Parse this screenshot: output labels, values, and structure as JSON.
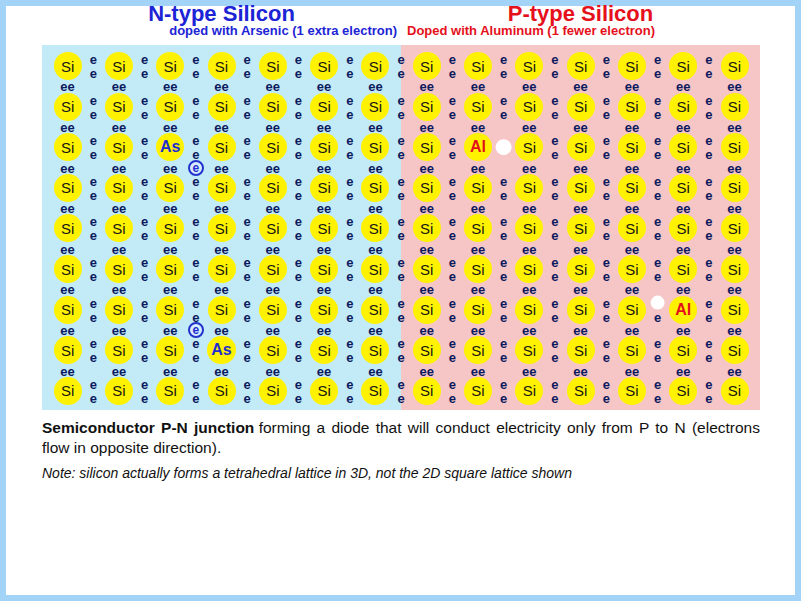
{
  "diagram": {
    "nodes": [
      {
        "text": [
          "N-type Silicon",
          "doped with Arsenic (1 extra electron)"
        ]
      },
      {
        "text": [
          "P-type Silicon",
          "Doped with Aluminum (1 fewer electron)"
        ]
      },
      {
        "text": [
          "Si"
        ],
        "in": 0
      },
      {
        "text": [
          "Si"
        ],
        "in": 0
      },
      {
        "text": [
          "Si"
        ],
        "in": 0
      },
      {
        "text": [
          "Si"
        ],
        "in": 0
      },
      {
        "text": [
          "Si"
        ],
        "in": 0
      },
      {
        "text": [
          "Si"
        ],
        "in": 0
      },
      {
        "text": [
          "Si"
        ],
        "in": 0
      },
      {
        "text": [
          "Si"
        ],
        "in": 1
      },
      {
        "text": [
          "Si"
        ],
        "in": 1
      },
      {
        "text": [
          "Si"
        ],
        "in": 1
      },
      {
        "text": [
          "Si"
        ],
        "in": 1
      },
      {
        "text": [
          "Si"
        ],
        "in": 1
      },
      {
        "text": [
          "Si"
        ],
        "in": 1
      },
      {
        "text": [
          "Si"
        ],
        "in": 1
      },
      {
        "text": [
          "Si"
        ],
        "in": 0
      },
      {
        "text": [
          "Si"
        ],
        "in": 0
      },
      {
        "text": [
          "Si"
        ],
        "in": 0
      },
      {
        "text": [
          "Si"
        ],
        "in": 0
      },
      {
        "text": [
          "Si"
        ],
        "in": 0
      },
      {
        "text": [
          "Si"
        ],
        "in": 0
      },
      {
        "text": [
          "Si"
        ],
        "in": 0
      },
      {
        "text": [
          "Si"
        ],
        "in": 1
      },
      {
        "text": [
          "Si"
        ],
        "in": 1
      },
      {
        "text": [
          "Si"
        ],
        "in": 1
      },
      {
        "text": [
          "Si"
        ],
        "in": 1
      },
      {
        "text": [
          "Si"
        ],
        "in": 1
      },
      {
        "text": [
          "Si"
        ],
        "in": 1
      },
      {
        "text": [
          "Si"
        ],
        "in": 1
      },
      {
        "text": [
          "Si"
        ],
        "in": 0
      },
      {
        "text": [
          "Si"
        ],
        "in": 0
      },
      {
        "text": [
          "As"
        ],
        "in": 0
      },
      {
        "text": [
          "Si"
        ],
        "in": 0
      },
      {
        "text": [
          "Si"
        ],
        "in": 0
      },
      {
        "text": [
          "Si"
        ],
        "in": 0
      },
      {
        "text": [
          "Si"
        ],
        "in": 0
      },
      {
        "text": [
          "Si"
        ],
        "in": 1
      },
      {
        "text": [
          "Al"
        ],
        "in": 1
      },
      {
        "text": [
          "Si"
        ],
        "in": 1
      },
      {
        "text": [
          "Si"
        ],
        "in": 1
      },
      {
        "text": [
          "Si"
        ],
        "in": 1
      },
      {
        "text": [
          "Si"
        ],
        "in": 1
      },
      {
        "text": [
          "Si"
        ],
        "in": 1
      },
      {
        "text": [
          "Si"
        ],
        "in": 0
      },
      {
        "text": [
          "Si"
        ],
        "in": 0
      },
      {
        "text": [
          "Si"
        ],
        "in": 0
      },
      {
        "text": [
          "Si"
        ],
        "in": 0
      },
      {
        "text": [
          "Si"
        ],
        "in": 0
      },
      {
        "text": [
          "Si"
        ],
        "in": 0
      },
      {
        "text": [
          "Si"
        ],
        "in": 0
      },
      {
        "text": [
          "Si"
        ],
        "in": 1
      },
      {
        "text": [
          "Si"
        ],
        "in": 1
      },
      {
        "text": [
          "Si"
        ],
        "in": 1
      },
      {
        "text": [
          "Si"
        ],
        "in": 1
      },
      {
        "text": [
          "Si"
        ],
        "in": 1
      },
      {
        "text": [
          "Si"
        ],
        "in": 1
      },
      {
        "text": [
          "Si"
        ],
        "in": 1
      },
      {
        "text": [
          "Si"
        ],
        "in": 0
      },
      {
        "text": [
          "Si"
        ],
        "in": 0
      },
      {
        "text": [
          "Si"
        ],
        "in": 0
      },
      {
        "text": [
          "Si"
        ],
        "in": 0
      },
      {
        "text": [
          "Si"
        ],
        "in": 0
      },
      {
        "text": [
          "Si"
        ],
        "in": 0
      },
      {
        "text": [
          "Si"
        ],
        "in": 0
      },
      {
        "text": [
          "Si"
        ],
        "in": 1
      },
      {
        "text": [
          "Si"
        ],
        "in": 1
      },
      {
        "text": [
          "Si"
        ],
        "in": 1
      },
      {
        "text": [
          "Si"
        ],
        "in": 1
      },
      {
        "text": [
          "Si"
        ],
        "in": 1
      },
      {
        "text": [
          "Si"
        ],
        "in": 1
      },
      {
        "text": [
          "Si"
        ],
        "in": 1
      },
      {
        "text": [
          "Si"
        ],
        "in": 0
      },
      {
        "text": [
          "Si"
        ],
        "in": 0
      },
      {
        "text": [
          "Si"
        ],
        "in": 0
      },
      {
        "text": [
          "Si"
        ],
        "in": 0
      },
      {
        "text": [
          "Si"
        ],
        "in": 0
      },
      {
        "text": [
          "Si"
        ],
        "in": 0
      },
      {
        "text": [
          "Si"
        ],
        "in": 0
      },
      {
        "text": [
          "Si"
        ],
        "in": 1
      },
      {
        "text": [
          "Si"
        ],
        "in": 1
      },
      {
        "text": [
          "Si"
        ],
        "in": 1
      },
      {
        "text": [
          "Si"
        ],
        "in": 1
      },
      {
        "text": [
          "Si"
        ],
        "in": 1
      },
      {
        "text": [
          "Si"
        ],
        "in": 1
      },
      {
        "text": [
          "Si"
        ],
        "in": 1
      },
      {
        "text": [
          "Si"
        ],
        "in": 0
      },
      {
        "text": [
          "Si"
        ],
        "in": 0
      },
      {
        "text": [
          "Si"
        ],
        "in": 0
      },
      {
        "text": [
          "Si"
        ],
        "in": 0
      },
      {
        "text": [
          "Si"
        ],
        "in": 0
      },
      {
        "text": [
          "Si"
        ],
        "in": 0
      },
      {
        "text": [
          "Si"
        ],
        "in": 0
      },
      {
        "text": [
          "Si"
        ],
        "in": 1
      },
      {
        "text": [
          "Si"
        ],
        "in": 1
      },
      {
        "text": [
          "Si"
        ],
        "in": 1
      },
      {
        "text": [
          "Si"
        ],
        "in": 1
      },
      {
        "text": [
          "Si"
        ],
        "in": 1
      },
      {
        "text": [
          "Al"
        ],
        "in": 1
      },
      {
        "text": [
          "Si"
        ],
        "in": 1
      },
      {
        "text": [
          "Si"
        ],
        "in": 0
      },
      {
        "text": [
          "Si"
        ],
        "in": 0
      },
      {
        "text": [
          "Si"
        ],
        "in": 0
      },
      {
        "text": [
          "As"
        ],
        "in": 0
      },
      {
        "text": [
          "Si"
        ],
        "in": 0
      },
      {
        "text": [
          "Si"
        ],
        "in": 0
      },
      {
        "text": [
          "Si"
        ],
        "in": 0
      },
      {
        "text": [
          "Si"
        ],
        "in": 1
      },
      {
        "text": [
          "Si"
        ],
        "in": 1
      },
      {
        "text": [
          "Si"
        ],
        "in": 1
      },
      {
        "text": [
          "Si"
        ],
        "in": 1
      },
      {
        "text": [
          "Si"
        ],
        "in": 1
      },
      {
        "text": [
          "Si"
        ],
        "in": 1
      },
      {
        "text": [
          "Si"
        ],
        "in": 1
      },
      {
        "text": [
          "Si"
        ],
        "in": 0
      },
      {
        "text": [
          "Si"
        ],
        "in": 0
      },
      {
        "text": [
          "Si"
        ],
        "in": 0
      },
      {
        "text": [
          "Si"
        ],
        "in": 0
      },
      {
        "text": [
          "Si"
        ],
        "in": 0
      },
      {
        "text": [
          "Si"
        ],
        "in": 0
      },
      {
        "text": [
          "Si"
        ],
        "in": 0
      },
      {
        "text": [
          "Si"
        ],
        "in": 1
      },
      {
        "text": [
          "Si"
        ],
        "in": 1
      },
      {
        "text": [
          "Si"
        ],
        "in": 1
      },
      {
        "text": [
          "Si"
        ],
        "in": 1
      },
      {
        "text": [
          "Si"
        ],
        "in": 1
      },
      {
        "text": [
          "Si"
        ],
        "in": 1
      },
      {
        "text": [
          "Si"
        ],
        "in": 1
      },
      {
        "text": [
          "e"
        ],
        "in": 0
      },
      {
        "text": [
          "e"
        ],
        "in": 0
      }
    ],
    "labels": [
      "e",
      "e",
      "e",
      "e",
      "e",
      "e",
      "e",
      "e",
      "e",
      "e",
      "e",
      "e",
      "e",
      "e",
      "e",
      "e",
      "e",
      "e",
      "e",
      "e",
      "e",
      "e",
      "e",
      "e",
      "e",
      "e",
      "ee",
      "ee",
      "ee",
      "ee",
      "ee",
      "ee",
      "ee",
      "ee",
      "ee",
      "ee",
      "ee",
      "ee",
      "ee",
      "ee",
      "e",
      "e",
      "e",
      "e",
      "e",
      "e",
      "e",
      "e",
      "e",
      "e",
      "e",
      "e",
      "e",
      "e",
      "e",
      "e",
      "e",
      "e",
      "e",
      "e",
      "e",
      "e",
      "e",
      "e",
      "e",
      "e",
      "ee",
      "ee",
      "ee",
      "ee",
      "ee",
      "ee",
      "ee",
      "ee",
      "ee",
      "ee",
      "ee",
      "ee",
      "ee",
      "ee",
      "e",
      "e",
      "e",
      "e",
      "e",
      "e",
      "e",
      "e",
      "e",
      "e",
      "e",
      "e",
      "e",
      "e",
      "e",
      "e",
      "e",
      "e",
      "e",
      "e",
      "e",
      "e",
      "e",
      "e",
      "ee",
      "ee",
      "ee",
      "ee",
      "ee",
      "ee",
      "ee",
      "ee",
      "ee",
      "ee",
      "ee",
      "ee",
      "ee",
      "ee",
      "e",
      "e",
      "e",
      "e",
      "e",
      "e",
      "e",
      "e",
      "e",
      "e",
      "e",
      "e",
      "e",
      "e",
      "e",
      "e",
      "e",
      "e",
      "e",
      "e",
      "e",
      "e",
      "e",
      "e",
      "e",
      "e",
      "ee",
      "ee",
      "ee",
      "ee",
      "ee",
      "ee",
      "ee",
      "ee",
      "ee",
      "ee",
      "ee",
      "ee",
      "ee",
      "ee",
      "e",
      "e",
      "e",
      "e",
      "e",
      "e",
      "e",
      "e",
      "e",
      "e",
      "e",
      "e",
      "e",
      "e",
      "e",
      "e",
      "e",
      "e",
      "e",
      "e",
      "e",
      "e",
      "e",
      "e",
      "e",
      "e",
      "ee",
      "ee",
      "ee",
      "ee",
      "ee",
      "ee",
      "ee",
      "ee",
      "ee",
      "ee",
      "ee",
      "ee",
      "ee",
      "ee",
      "e",
      "e",
      "e",
      "e",
      "e",
      "e",
      "e",
      "e",
      "e",
      "e",
      "e",
      "e",
      "e",
      "e",
      "e",
      "e",
      "e",
      "e",
      "e",
      "e",
      "e",
      "e",
      "e",
      "e",
      "e",
      "e",
      "ee",
      "ee",
      "ee",
      "ee",
      "ee",
      "ee",
      "ee",
      "ee",
      "ee",
      "ee",
      "ee",
      "ee",
      "ee",
      "ee",
      "e",
      "e",
      "e",
      "e",
      "e",
      "e",
      "e",
      "e",
      "e",
      "e",
      "e",
      "e",
      "e",
      "e",
      "e",
      "e",
      "e",
      "e",
      "e",
      "e",
      "e",
      "e",
      "e",
      "e",
      "e",
      "ee",
      "ee",
      "ee",
      "ee",
      "ee",
      "ee",
      "ee",
      "ee",
      "ee",
      "ee",
      "ee",
      "ee",
      "ee",
      "ee",
      "e",
      "e",
      "e",
      "e",
      "e",
      "e",
      "e",
      "e",
      "e",
      "e",
      "e",
      "e",
      "e",
      "e",
      "e",
      "e",
      "e",
      "e",
      "e",
      "e",
      "e",
      "e",
      "e",
      "e",
      "e",
      "e",
      "ee",
      "ee",
      "ee",
      "ee",
      "ee",
      "ee",
      "ee",
      "ee",
      "ee",
      "ee",
      "ee",
      "ee",
      "ee",
      "ee",
      "e",
      "e",
      "e",
      "e",
      "e",
      "e",
      "e",
      "e",
      "e",
      "e",
      "e",
      "e",
      "e",
      "e",
      "e",
      "e",
      "e",
      "e",
      "e",
      "e",
      "e",
      "e",
      "e",
      "e",
      "e",
      "e",
      "Semiconductor P-N junction",
      "forming a diode that will conduct electricity only from P to N (electrons flow in opposite direction).",
      "Note: silicon actually forms a tetrahedral lattice in 3D, not the 2D square lattice shown"
    ]
  }
}
